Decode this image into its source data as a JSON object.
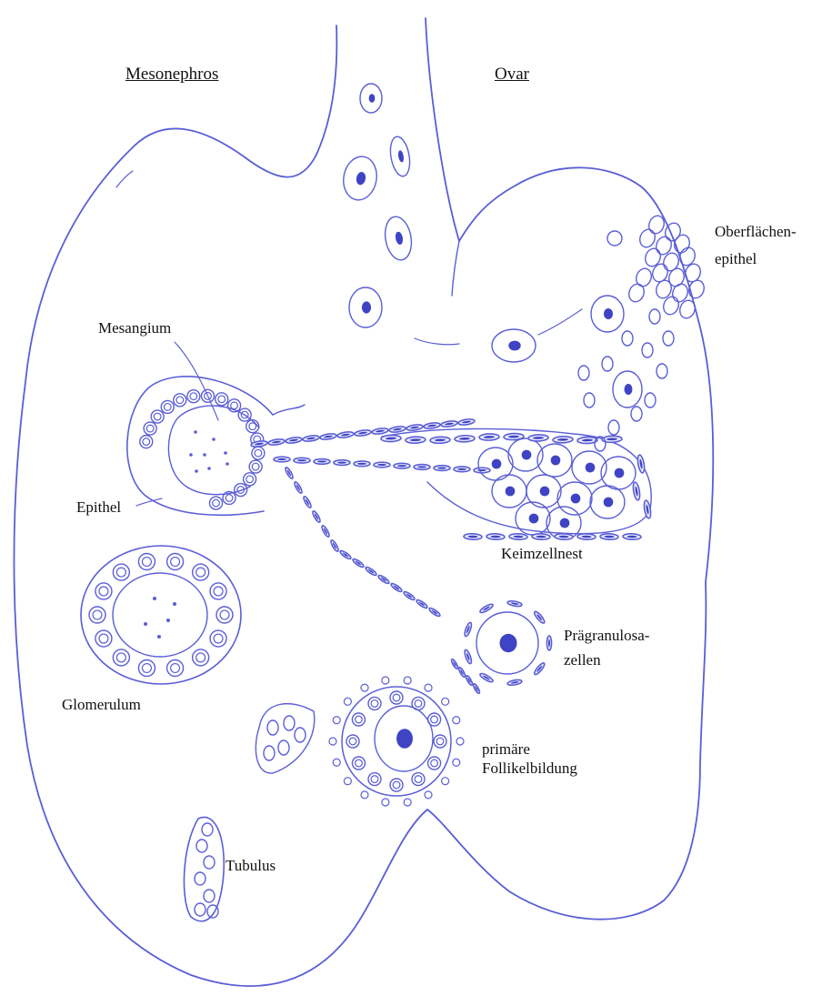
{
  "colors": {
    "ink": "#5a5ed6",
    "ink_dark": "#3f44c4",
    "fill_light": "#e9eafb",
    "label": "#111111"
  },
  "headings": {
    "left": "Mesonephros",
    "right": "Ovar"
  },
  "labels": {
    "surface_epithelium_line1": "Oberflächen-",
    "surface_epithelium_line2": "epithel",
    "mesangium": "Mesangium",
    "epithel": "Epithel",
    "germ_cell_nest": "Keimzellnest",
    "pregranulosa_line1": "Prägranulosa-",
    "pregranulosa_line2": "zellen",
    "glomerulum": "Glomerulum",
    "primary_follicle_line1": "primäre",
    "primary_follicle_line2": "Follikelbildung",
    "tubulus": "Tubulus"
  }
}
